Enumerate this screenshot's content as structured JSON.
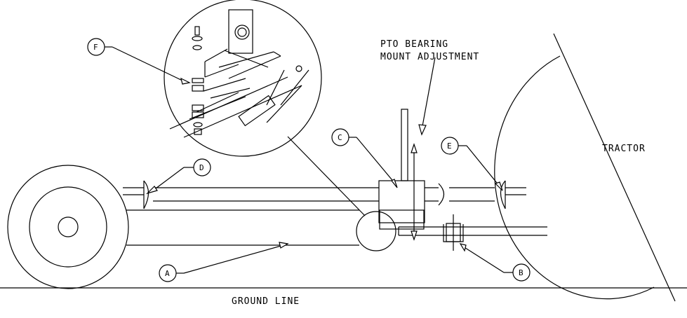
{
  "labels": {
    "pto_line1": "PTO BEARING",
    "pto_line2": "MOUNT ADJUSTMENT",
    "tractor": "TRACTOR",
    "ground_line": "GROUND LINE"
  },
  "callouts": {
    "a": "A",
    "b": "B",
    "c": "C",
    "d": "D",
    "e": "E",
    "f": "F"
  },
  "colors": {
    "line": "#000000",
    "background": "#ffffff"
  }
}
